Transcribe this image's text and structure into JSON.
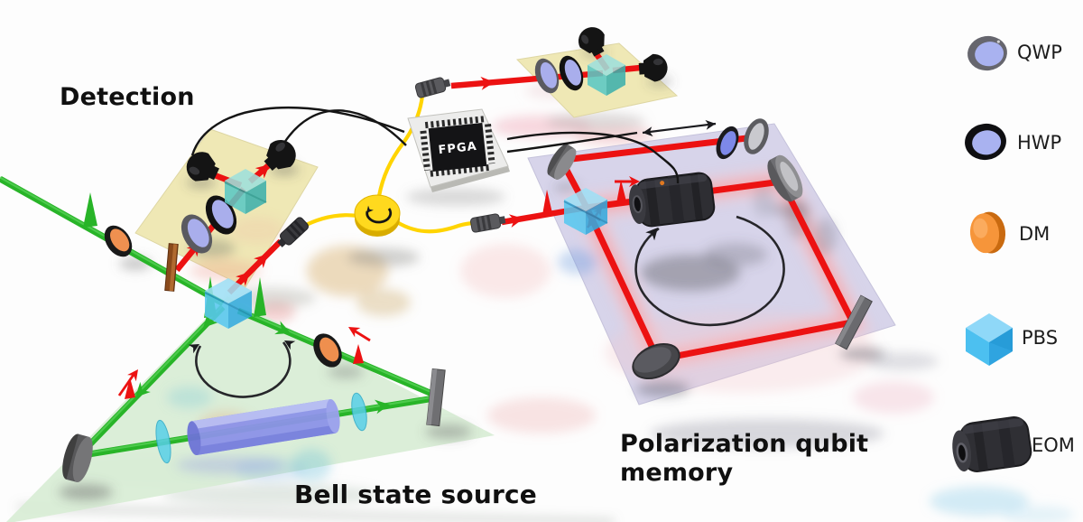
{
  "figure": {
    "description": "3D schematic of a quantum-optics experiment: a Sagnac Bell state source, detection stages, an FPGA feed-forward controller and a polarization qubit memory loop",
    "background": "#fdfdfd"
  },
  "labels": {
    "detection": "Detection",
    "bell_state_source": "Bell state source",
    "memory": "Polarization qubit memory"
  },
  "fpga": {
    "label": "FPGA"
  },
  "legend": {
    "items": [
      {
        "id": "qwp",
        "icon": "qwp-icon",
        "label": "QWP"
      },
      {
        "id": "hwp",
        "icon": "hwp-icon",
        "label": "HWP"
      },
      {
        "id": "dm",
        "icon": "dm-icon",
        "label": "DM"
      },
      {
        "id": "pbs",
        "icon": "pbs-icon",
        "label": "PBS"
      },
      {
        "id": "eom",
        "icon": "eom-icon",
        "label": "EOM"
      }
    ]
  },
  "colors": {
    "beam_red": "#ec1212",
    "beam_green": "#28b428",
    "fiber_yellow": "#ffd400",
    "platform_yellow": "#efe8b2",
    "platform_green": "#d8edd5",
    "platform_lavender": "#d5d2e9",
    "pbs_blue": "#58c8ef",
    "dm_orange": "#f08420",
    "waveplate_purple": "#a9aeec",
    "mirror_gray": "#6e6e72",
    "eom_black": "#2e2e33"
  }
}
